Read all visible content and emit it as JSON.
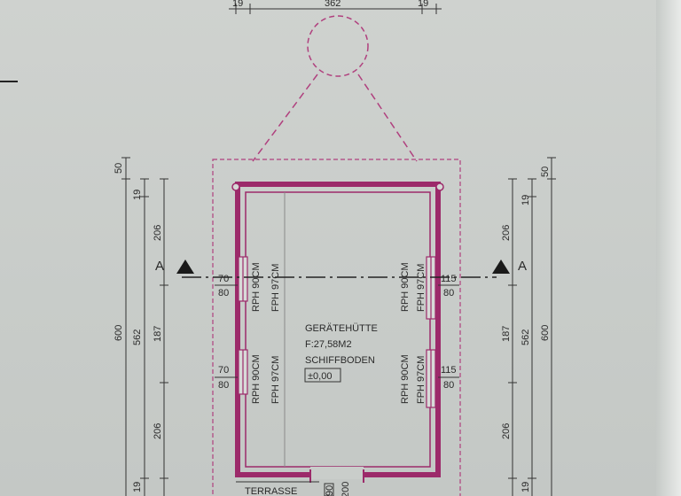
{
  "top_dimensions": [
    "19",
    "362",
    "19"
  ],
  "left_dimensions": {
    "outer": [
      "50",
      "600"
    ],
    "mid": [
      "19",
      "562",
      "19"
    ],
    "inner": [
      "206",
      "187",
      "206"
    ]
  },
  "right_dimensions": {
    "outer": [
      "50",
      "600"
    ],
    "mid": [
      "19",
      "562",
      "19"
    ],
    "inner": [
      "206",
      "187",
      "206"
    ]
  },
  "section_marker": "A",
  "room": {
    "name": "GERÄTEHÜTTE",
    "area": "F:27,58M2",
    "floor": "SCHIFFBODEN",
    "level": "±0,00"
  },
  "windows": {
    "left_upper": {
      "width": "70",
      "height": "80",
      "rph": "RPH 90CM",
      "fph": "FPH 97CM"
    },
    "left_lower": {
      "width": "70",
      "height": "80",
      "rph": "RPH 90CM",
      "fph": "FPH 97CM"
    },
    "right_upper": {
      "width": "115",
      "height": "80",
      "rph": "RPH 90CM",
      "fph": "FPH 97CM"
    },
    "right_lower": {
      "width": "115",
      "height": "80",
      "rph": "RPH 90CM",
      "fph": "FPH 97CM"
    }
  },
  "door": {
    "label_a": "90",
    "label_b": "200"
  },
  "terrace": "TERRASSE",
  "colors": {
    "wall": "#9c2a6a",
    "dashed": "#b0407e",
    "ink": "#2a2a2a"
  }
}
